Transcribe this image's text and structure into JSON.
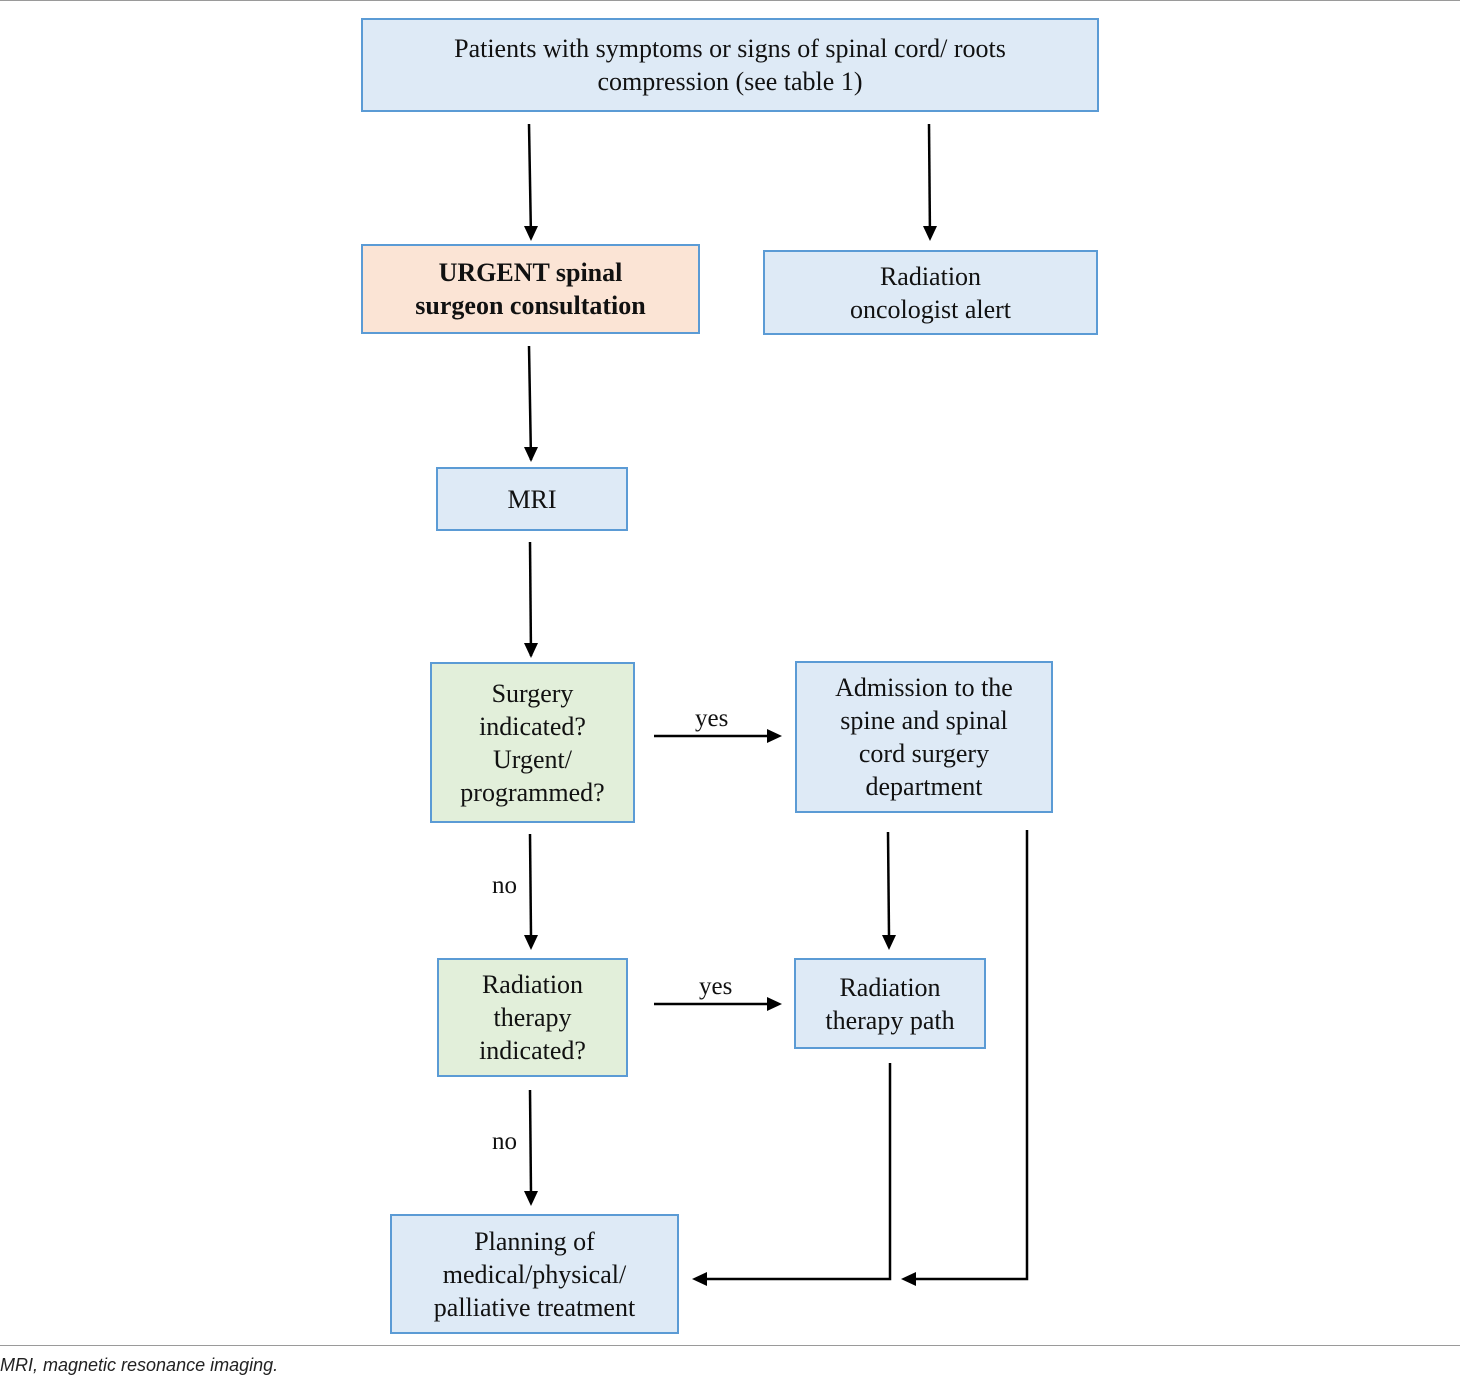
{
  "nodes": {
    "patients": "Patients with symptoms or signs of spinal cord/ roots compression (see table 1)",
    "urgent_consult": "URGENT spinal surgeon consultation",
    "radiation_alert": "Radiation oncologist alert",
    "mri": "MRI",
    "surgery_indicated": "Surgery indicated? Urgent/ programmed?",
    "admission": "Admission to the spine and spinal cord surgery department",
    "radiation_indicated": "Radiation therapy indicated?",
    "radiation_path": "Radiation therapy path",
    "planning": "Planning of medical/physical/ palliative treatment"
  },
  "edges": {
    "surgery_yes": "yes",
    "surgery_no": "no",
    "radiation_yes": "yes",
    "radiation_no": "no"
  },
  "caption": "MRI, magnetic resonance imaging.",
  "colors": {
    "box_border": "#5b9bd5",
    "box_blue": "#deeaf6",
    "box_orange": "#fbe4d5",
    "box_green": "#e2efda",
    "arrow": "#000000"
  }
}
